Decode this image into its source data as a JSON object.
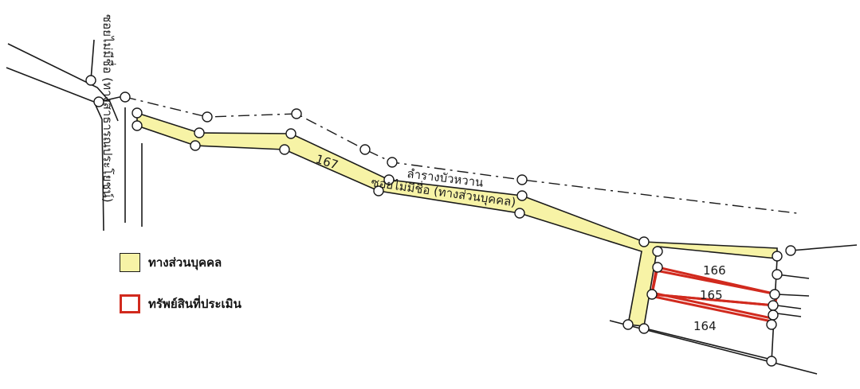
{
  "labels": {
    "public_road": "ซอยไม่มีชื่อ (ทางสาธารณประโยชน์)",
    "canal": "ลำรางบัวหวาน",
    "private_road": "ซอยไม่มีชื่อ (ทางส่วนบุคคล)"
  },
  "plots": {
    "road_plot": "167",
    "plot_a": "166",
    "plot_b": "165",
    "plot_c": "164"
  },
  "legend": {
    "private_road_label": "ทางส่วนบุคคล",
    "appraised_property_label": "ทรัพย์สินที่ประเมิน"
  },
  "colors": {
    "private_road_fill": "#f7f3a6",
    "appraised_outline": "#d12a1e",
    "line": "#1a1a1a"
  }
}
